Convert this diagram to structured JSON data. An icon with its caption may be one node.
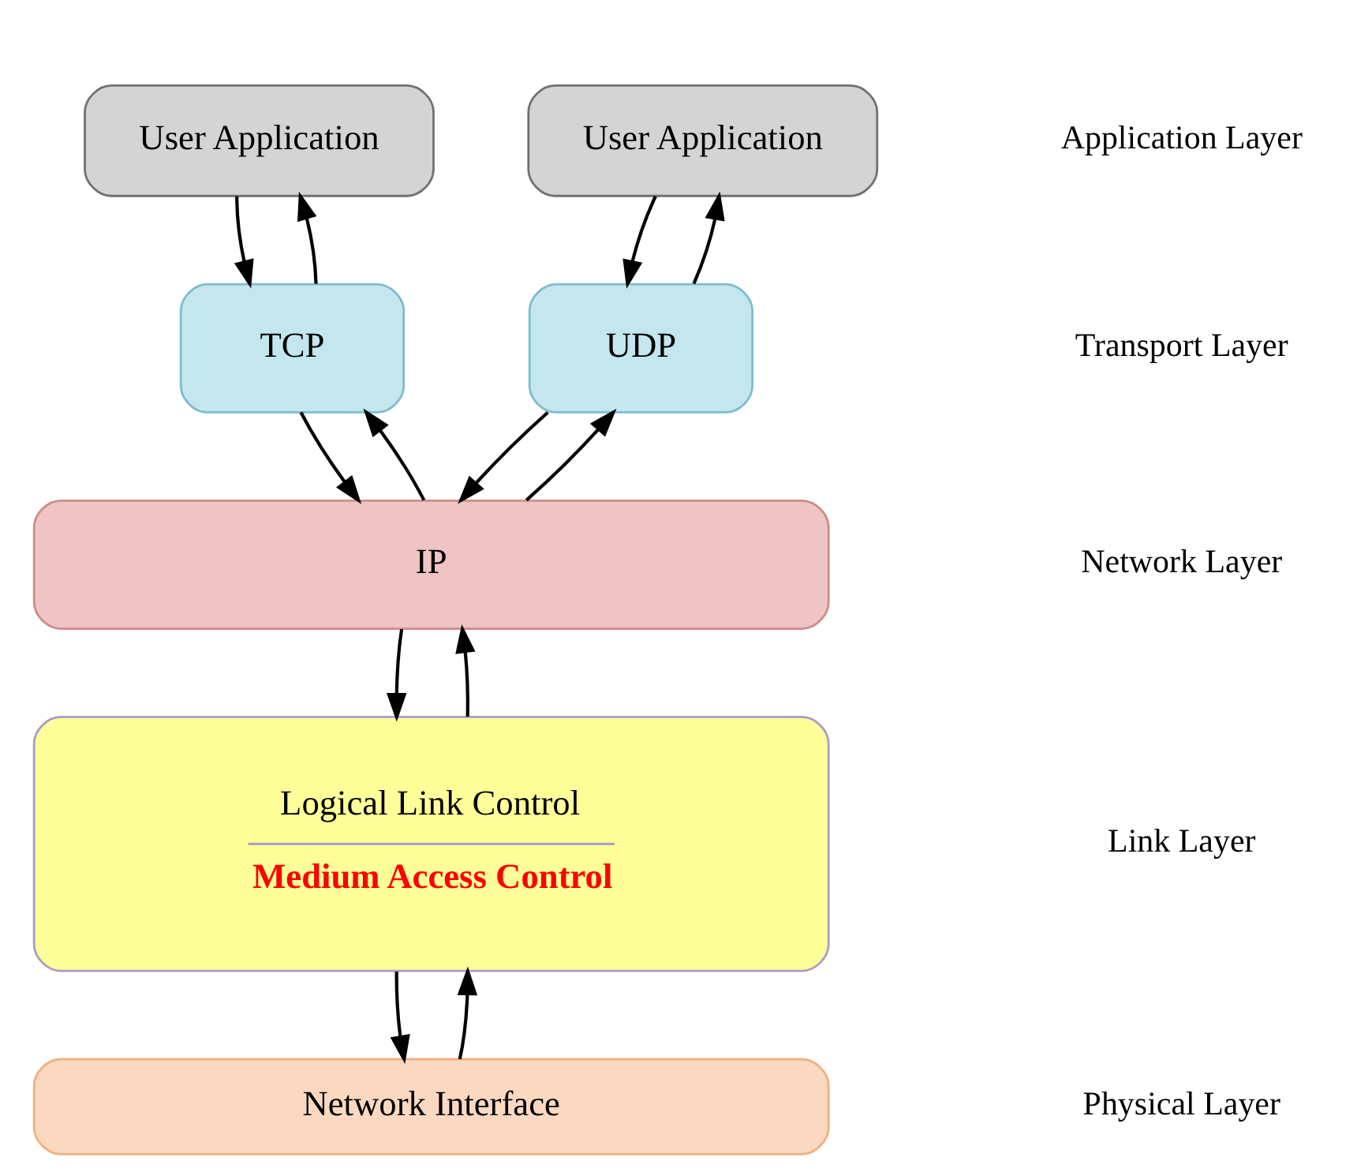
{
  "diagram": {
    "nodes": [
      {
        "text": [
          "User Application"
        ]
      },
      {
        "text": [
          "User Application"
        ]
      },
      {
        "text": [
          "TCP"
        ]
      },
      {
        "text": [
          "UDP"
        ]
      },
      {
        "text": [
          "IP"
        ]
      },
      {
        "text": [
          "Logical Link Control",
          "Medium Access Control"
        ]
      },
      {
        "text": [
          "Network Interface"
        ]
      }
    ],
    "edges": [
      {
        "from": 0,
        "to": 2,
        "arrow": "to"
      },
      {
        "from": 2,
        "to": 0,
        "arrow": "to"
      },
      {
        "from": 1,
        "to": 3,
        "arrow": "to"
      },
      {
        "from": 3,
        "to": 1,
        "arrow": "to"
      },
      {
        "from": 2,
        "to": 4,
        "arrow": "to"
      },
      {
        "from": 4,
        "to": 2,
        "arrow": "to"
      },
      {
        "from": 3,
        "to": 4,
        "arrow": "to"
      },
      {
        "from": 4,
        "to": 3,
        "arrow": "to"
      },
      {
        "from": 4,
        "to": 5,
        "arrow": "to"
      },
      {
        "from": 5,
        "to": 4,
        "arrow": "to"
      },
      {
        "from": 5,
        "to": 6,
        "arrow": "to"
      },
      {
        "from": 6,
        "to": 5,
        "arrow": "to"
      }
    ],
    "labels": [
      "Application Layer",
      "Transport Layer",
      "Network Layer",
      "Link Layer",
      "Physical Layer"
    ]
  }
}
